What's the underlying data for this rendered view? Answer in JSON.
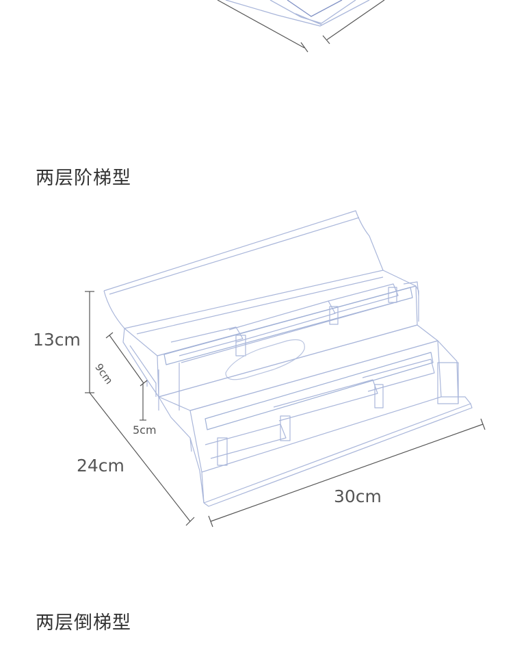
{
  "sections": [
    {
      "title": "两层阶梯型"
    },
    {
      "title": "两层倒梯型"
    }
  ],
  "dimensions": {
    "height": "13cm",
    "step_depth": "9cm",
    "step_height": "5cm",
    "depth": "24cm",
    "width": "30cm"
  },
  "colors": {
    "product_line": "#a9b6da",
    "product_line_dark": "#7f90c4",
    "dimension_line": "#555555"
  }
}
